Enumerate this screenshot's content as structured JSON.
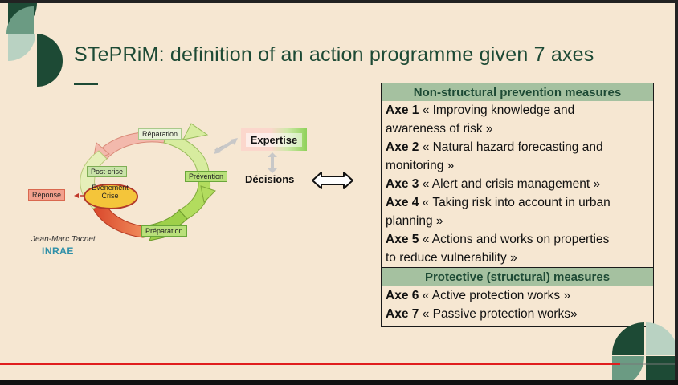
{
  "slide": {
    "title": "STePRiM: definition of an action programme given 7 axes"
  },
  "diagram": {
    "labels": {
      "reparation": "Réparation",
      "post_crise": "Post-crise",
      "prevention": "Prévention",
      "reponse": "Réponse",
      "evenement_line1": "Evénement",
      "evenement_line2": "Crise",
      "preparation": "Préparation"
    },
    "expertise": "Expertise",
    "decisions": "Décisions"
  },
  "credit": {
    "author": "Jean-Marc Tacnet",
    "organization": "INRAE"
  },
  "panel": {
    "non_structural_header": "Non-structural prevention measures",
    "protective_header": "Protective (structural) measures",
    "axes": [
      {
        "label": "Axe 1",
        "text_lines": [
          "« Improving knowledge and",
          "awareness of risk »"
        ]
      },
      {
        "label": "Axe 2",
        "text_lines": [
          "« Natural hazard forecasting and",
          "monitoring  »"
        ]
      },
      {
        "label": "Axe 3",
        "text_lines": [
          "« Alert and crisis management »"
        ]
      },
      {
        "label": "Axe 4",
        "text_lines": [
          "« Taking risk into account in urban",
          "planning »"
        ]
      },
      {
        "label": "Axe 5",
        "text_lines": [
          "«  Actions and works on properties",
          "to reduce vulnerability »"
        ]
      },
      {
        "label": "Axe 6",
        "text_lines": [
          "« Active protection works »"
        ]
      },
      {
        "label": "Axe 7",
        "text_lines": [
          "« Passive protection works»"
        ]
      }
    ]
  },
  "video": {
    "progress": 0.915
  },
  "colors": {
    "brand_green": "#1d4a35",
    "header_green": "#a5c1a0",
    "background": "#f6e7d2",
    "progress_red": "#e01e1e"
  }
}
